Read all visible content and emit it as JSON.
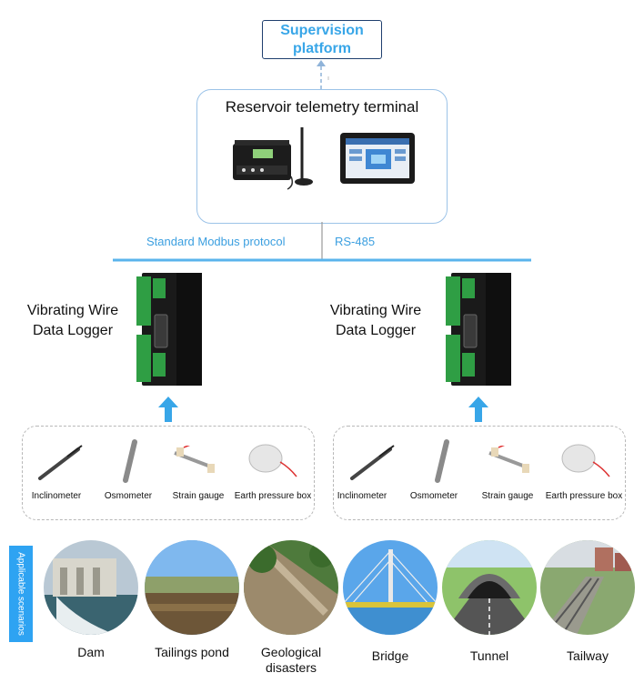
{
  "supervision": {
    "label_line1": "Supervision",
    "label_line2": "platform"
  },
  "terminal": {
    "title": "Reservoir telemetry terminal"
  },
  "protocol": {
    "left": "Standard Modbus protocol",
    "right": "RS-485"
  },
  "loggers": [
    {
      "line1": "Vibrating Wire",
      "line2": "Data Logger"
    },
    {
      "line1": "Vibrating Wire",
      "line2": "Data Logger"
    }
  ],
  "sensor_groups": [
    {
      "sensors": [
        "Inclinometer",
        "Osmometer",
        "Strain gauge",
        "Earth pressure box"
      ]
    },
    {
      "sensors": [
        "Inclinometer",
        "Osmometer",
        "Strain gauge",
        "Earth pressure box"
      ]
    }
  ],
  "scenarios": {
    "tag": "Applicable scenarios",
    "items": [
      {
        "line1": "Dam",
        "line2": ""
      },
      {
        "line1": "Tailings pond",
        "line2": ""
      },
      {
        "line1": "Geological",
        "line2": "disasters"
      },
      {
        "line1": "Bridge",
        "line2": ""
      },
      {
        "line1": "Tunnel",
        "line2": ""
      },
      {
        "line1": "Tailway",
        "line2": ""
      }
    ]
  },
  "colors": {
    "accent": "#38a6e8",
    "line": "#5ab4ec",
    "tag": "#2ea3f2"
  }
}
